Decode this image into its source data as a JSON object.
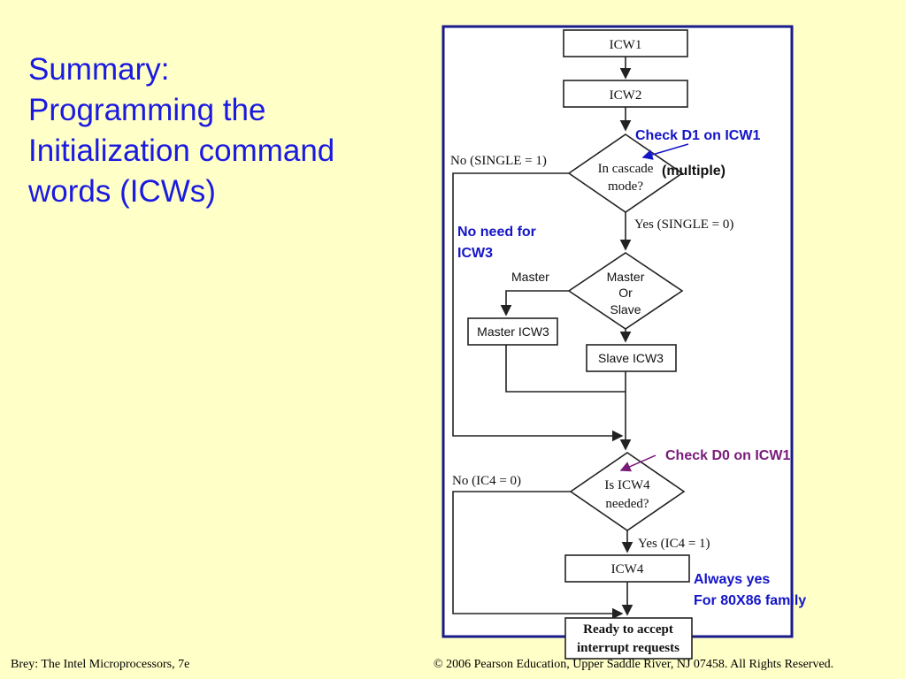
{
  "title": {
    "lines": [
      "Summary:",
      "Programming the",
      "Initialization command",
      "words (ICWs)"
    ]
  },
  "flowchart": {
    "icw1": "ICW1",
    "icw2": "ICW2",
    "cascade_q": [
      "In cascade",
      "mode?"
    ],
    "no_single": "No (SINGLE = 1)",
    "yes_single": "Yes (SINGLE = 0)",
    "ms_q": [
      "Master",
      "Or",
      "Slave"
    ],
    "master_label": "Master",
    "master_icw3": "Master ICW3",
    "slave_icw3": "Slave ICW3",
    "icw4_q": [
      "Is ICW4",
      "needed?"
    ],
    "no_ic4": "No (IC4 = 0)",
    "yes_ic4": "Yes (IC4 = 1)",
    "icw4": "ICW4",
    "ready": [
      "Ready to accept",
      "interrupt requests"
    ]
  },
  "annotations": {
    "check_d1": "Check D1 on ICW1",
    "multiple": "(multiple)",
    "no_need": [
      "No need for",
      "ICW3"
    ],
    "check_d0": "Check D0 on ICW1",
    "always_yes": [
      "Always yes",
      "For 80X86 family"
    ]
  },
  "footer": {
    "left": "Brey: The Intel Microprocessors, 7e",
    "right": "© 2006 Pearson Education, Upper Saddle River, NJ 07458. All Rights Reserved."
  },
  "colors": {
    "background": "#ffffc8",
    "title": "#1a1ae0",
    "annotation_blue": "#1414c8",
    "annotation_purple": "#7a1a7a",
    "frame": "#1a1a8c"
  }
}
